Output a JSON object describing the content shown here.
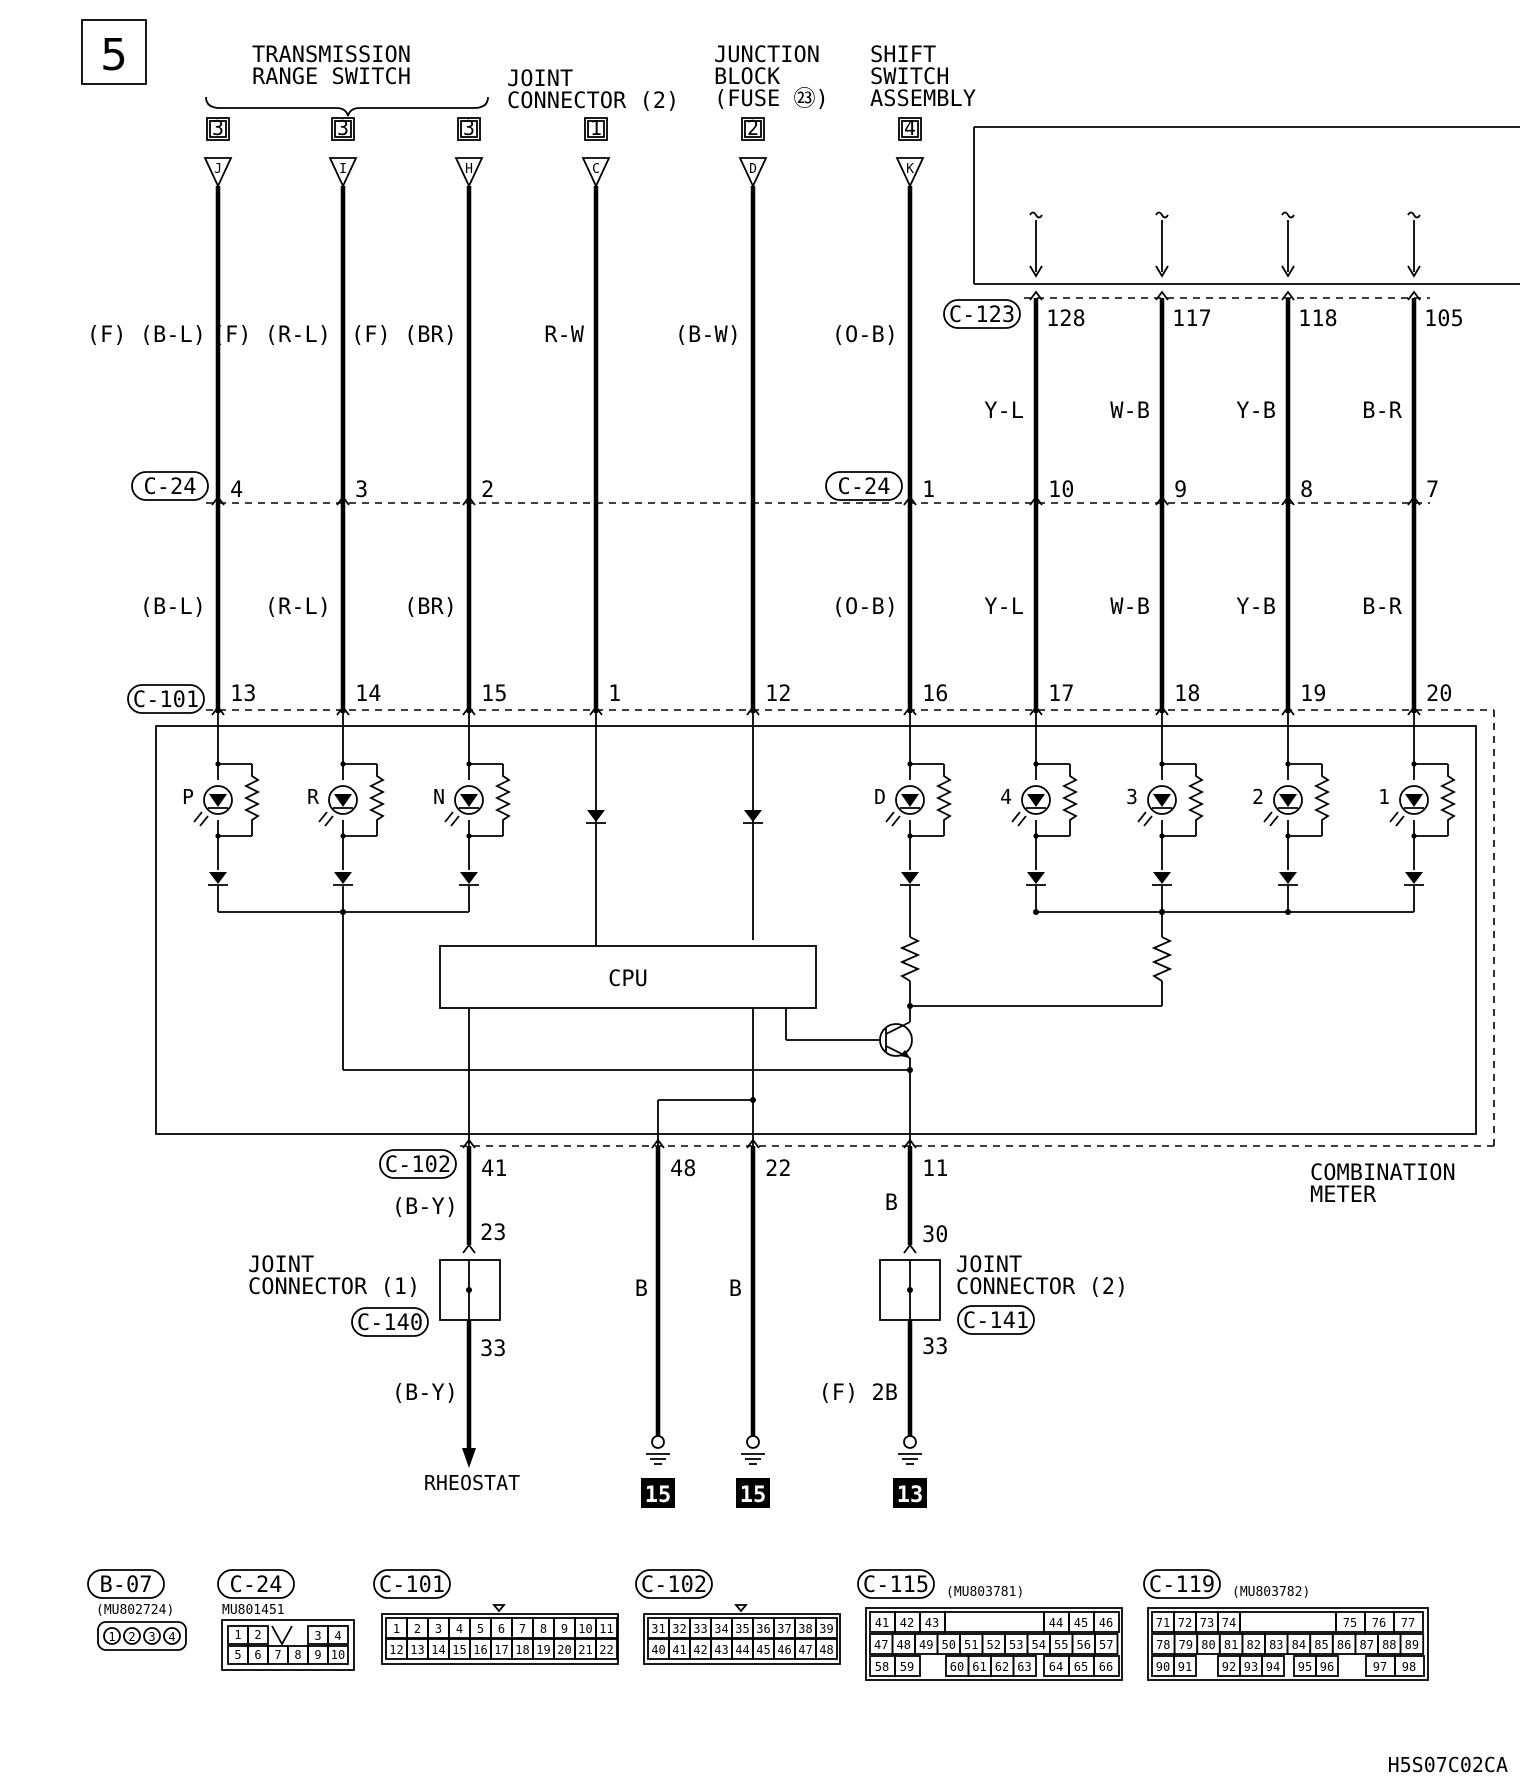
{
  "page_number": "5",
  "drawing_code": "H5S07C02CA",
  "heads": {
    "trs": "TRANSMISSION\nRANGE SWITCH",
    "jc2": "JOINT\nCONNECTOR (2)",
    "jb": "JUNCTION\nBLOCK\n(FUSE ㉓)",
    "ssa": "SHIFT\nSWITCH\nASSEMBLY",
    "comb": "COMBINATION\nMETER",
    "jc1_low": "JOINT\nCONNECTOR (1)",
    "jc2_low": "JOINT\nCONNECTOR (2)",
    "rheostat": "RHEOSTAT",
    "cpu": "CPU"
  },
  "connector_tags": {
    "c24_left": "C-24",
    "c24_right": "C-24",
    "c101": "C-101",
    "c102": "C-102",
    "c123": "C-123",
    "c140": "C-140",
    "c141": "C-141"
  },
  "wires": [
    {
      "top_box": "3",
      "top_pin": "J",
      "color_upper": "(F) (B-L)",
      "c24_pin": "4",
      "color_lower": "(B-L)",
      "c101_pin": "13",
      "lamp": "P"
    },
    {
      "top_box": "3",
      "top_pin": "I",
      "color_upper": "(F) (R-L)",
      "c24_pin": "3",
      "color_lower": "(R-L)",
      "c101_pin": "14",
      "lamp": "R"
    },
    {
      "top_box": "3",
      "top_pin": "H",
      "color_upper": "(F) (BR)",
      "c24_pin": "2",
      "color_lower": "(BR)",
      "c101_pin": "15",
      "lamp": "N"
    },
    {
      "top_box": "1",
      "top_pin": "C",
      "color_upper": "R-W",
      "c24_pin": "",
      "color_lower": "",
      "c101_pin": "1",
      "lamp": ""
    },
    {
      "top_box": "2",
      "top_pin": "D",
      "color_upper": "(B-W)",
      "c24_pin": "",
      "color_lower": "",
      "c101_pin": "12",
      "lamp": ""
    },
    {
      "top_box": "4",
      "top_pin": "K",
      "color_upper": "(O-B)",
      "c24_pin": "1",
      "color_lower": "(O-B)",
      "c101_pin": "16",
      "lamp": "D"
    }
  ],
  "right_wires": [
    {
      "c123_pin": "128",
      "color_upper": "Y-L",
      "c24_pin": "10",
      "color_lower": "Y-L",
      "c101_pin": "17",
      "lamp": "4"
    },
    {
      "c123_pin": "117",
      "color_upper": "W-B",
      "c24_pin": "9",
      "color_lower": "W-B",
      "c101_pin": "18",
      "lamp": "3"
    },
    {
      "c123_pin": "118",
      "color_upper": "Y-B",
      "c24_pin": "8",
      "color_lower": "Y-B",
      "c101_pin": "19",
      "lamp": "2"
    },
    {
      "c123_pin": "105",
      "color_upper": "B-R",
      "c24_pin": "7",
      "color_lower": "B-R",
      "c101_pin": "20",
      "lamp": "1"
    }
  ],
  "bottom": {
    "w41": {
      "c102_pin": "41",
      "color": "(B-Y)",
      "jc_in": "23",
      "jc_out": "33",
      "color2": "(B-Y)"
    },
    "w48": {
      "c102_pin": "48",
      "color": "B",
      "ground": "15"
    },
    "w22": {
      "c102_pin": "22",
      "color": "B",
      "ground": "15"
    },
    "w11": {
      "c102_pin": "11",
      "color": "B",
      "jc_in": "30",
      "jc_out": "33",
      "color2": "(F) 2B",
      "ground": "13"
    }
  },
  "face_views": {
    "b07": {
      "tag": "B-07",
      "part": "(MU802724)",
      "pins": [
        "1",
        "2",
        "3",
        "4"
      ]
    },
    "c24": {
      "tag": "C-24",
      "part": "MU801451",
      "row1": [
        "1",
        "2",
        "3",
        "4"
      ],
      "row2": [
        "5",
        "6",
        "7",
        "8",
        "9",
        "10"
      ]
    },
    "c101": {
      "tag": "C-101",
      "row1": [
        "1",
        "2",
        "3",
        "4",
        "5",
        "6",
        "7",
        "8",
        "9",
        "10",
        "11"
      ],
      "row2": [
        "12",
        "13",
        "14",
        "15",
        "16",
        "17",
        "18",
        "19",
        "20",
        "21",
        "22"
      ]
    },
    "c102": {
      "tag": "C-102",
      "row1": [
        "31",
        "32",
        "33",
        "34",
        "35",
        "36",
        "37",
        "38",
        "39"
      ],
      "row2": [
        "40",
        "41",
        "42",
        "43",
        "44",
        "45",
        "46",
        "47",
        "48"
      ]
    },
    "c115": {
      "tag": "C-115",
      "part": "(MU803781)",
      "row1": [
        "41",
        "42",
        "43",
        "44",
        "45",
        "46"
      ],
      "row2": [
        "47",
        "48",
        "49",
        "50",
        "51",
        "52",
        "53",
        "54",
        "55",
        "56",
        "57"
      ],
      "row3": [
        "58",
        "59",
        "60",
        "61",
        "62",
        "63",
        "64",
        "65",
        "66"
      ]
    },
    "c119": {
      "tag": "C-119",
      "part": "(MU803782)",
      "row1": [
        "71",
        "72",
        "73",
        "74",
        "75",
        "76",
        "77"
      ],
      "row2": [
        "78",
        "79",
        "80",
        "81",
        "82",
        "83",
        "84",
        "85",
        "86",
        "87",
        "88",
        "89"
      ],
      "row3": [
        "90",
        "91",
        "92",
        "93",
        "94",
        "95",
        "96",
        "97",
        "98"
      ]
    }
  }
}
